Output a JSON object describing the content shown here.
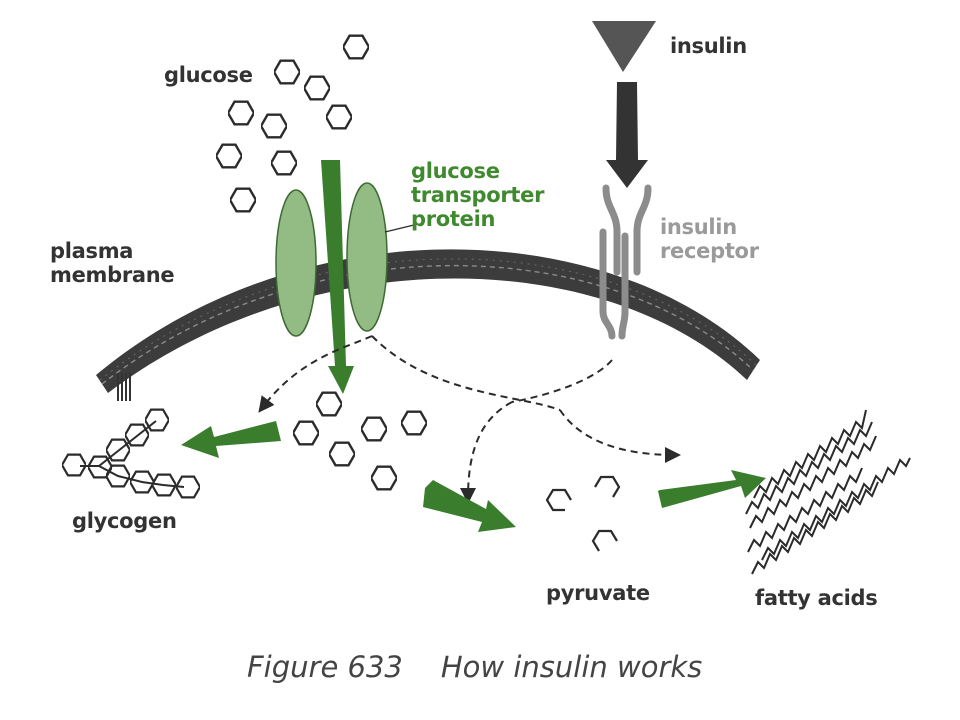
{
  "labels": {
    "glucose": "glucose",
    "insulin": "insulin",
    "transporter_l1": "glucose",
    "transporter_l2": "transporter",
    "transporter_l3": "protein",
    "receptor_l1": "insulin",
    "receptor_l2": "receptor",
    "membrane_l1": "plasma",
    "membrane_l2": "membrane",
    "glycogen": "glycogen",
    "pyruvate": "pyruvate",
    "fatty_acids": "fatty acids"
  },
  "caption": {
    "figure": "Figure 633",
    "title": "How insulin works"
  },
  "colors": {
    "green_arrow": "#3a7d2c",
    "transporter": "#93bb84",
    "membrane": "#3c3c3c",
    "insulin": "#555555",
    "receptor": "#8c8c8c",
    "label_green": "#3f8a2e"
  }
}
